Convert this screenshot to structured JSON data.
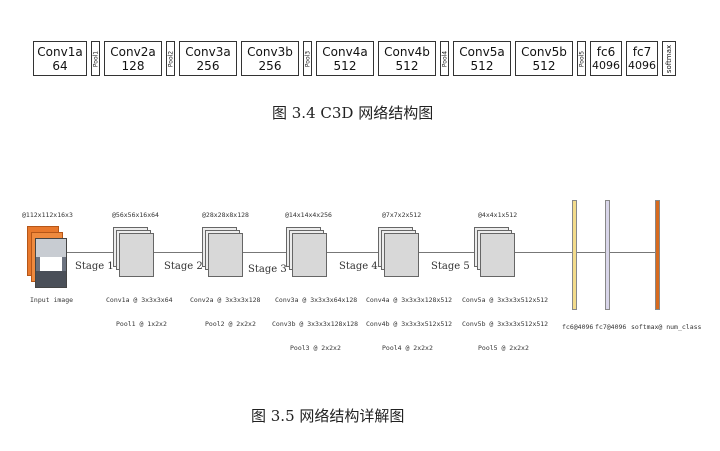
{
  "figure_top": {
    "layers": [
      {
        "name": "Conv1a",
        "value": "64"
      },
      {
        "name": "Conv2a",
        "value": "128"
      },
      {
        "name": "Conv3a",
        "value": "256"
      },
      {
        "name": "Conv3b",
        "value": "256"
      },
      {
        "name": "Conv4a",
        "value": "512"
      },
      {
        "name": "Conv4b",
        "value": "512"
      },
      {
        "name": "Conv5a",
        "value": "512"
      },
      {
        "name": "Conv5b",
        "value": "512"
      },
      {
        "name": "fc6",
        "value": "4096"
      },
      {
        "name": "fc7",
        "value": "4096"
      }
    ],
    "pools": [
      "Pool1",
      "Pool2",
      "Pool3",
      "Pool4",
      "Pool5"
    ],
    "softmax": "softmax",
    "caption": "图 3.4 C3D 网络结构图"
  },
  "figure_bottom": {
    "input_dims": "@112x112x16x3",
    "input_label": "Input image",
    "stages": [
      "Stage 1",
      "Stage 2",
      "Stage 3",
      "Stage 4",
      "Stage 5"
    ],
    "blocks": [
      {
        "dims": "@56x56x16x64",
        "ops": [
          "Conv1a @ 3x3x3x64",
          "Pool1 @ 1x2x2"
        ]
      },
      {
        "dims": "@28x28x8x128",
        "ops": [
          "Conv2a @ 3x3x3x128",
          "Pool2 @ 2x2x2"
        ]
      },
      {
        "dims": "@14x14x4x256",
        "ops": [
          "Conv3a @ 3x3x3x64x128",
          "Conv3b @ 3x3x3x128x128",
          "Pool3 @ 2x2x2"
        ]
      },
      {
        "dims": "@7x7x2x512",
        "ops": [
          "Conv4a @ 3x3x3x128x512",
          "Conv4b @ 3x3x3x512x512",
          "Pool4 @ 2x2x2"
        ]
      },
      {
        "dims": "@4x4x1x512",
        "ops": [
          "Conv5a @ 3x3x3x512x512",
          "Conv5b @ 3x3x3x512x512",
          "Pool5 @ 2x2x2"
        ]
      }
    ],
    "fc_labels": [
      "fc6@4096",
      "fc7@4096",
      "softmax@ num_class"
    ],
    "colors": {
      "fc6": "#f3dc8c",
      "fc7": "#d9d6ea",
      "softmax": "#d86a1e",
      "input": "#e8782c"
    },
    "caption": "图 3.5  网络结构详解图"
  }
}
